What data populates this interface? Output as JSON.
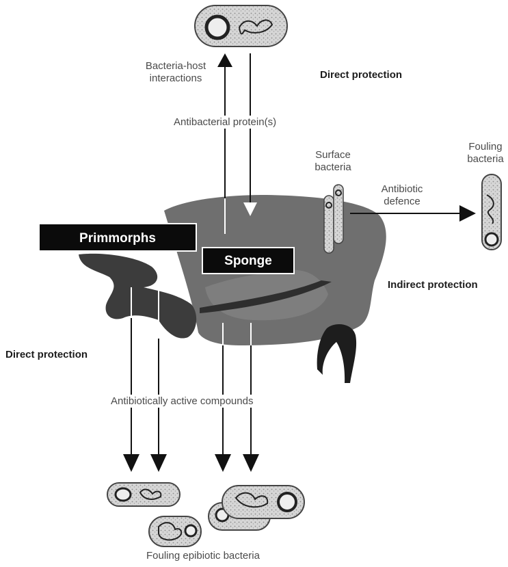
{
  "labels": {
    "bacteria_host": "Bacteria-host interactions",
    "direct_protection_top": "Direct protection",
    "antibacterial_proteins": "Antibacterial protein(s)",
    "surface_bacteria": "Surface bacteria",
    "fouling_bacteria": "Fouling bacteria",
    "antibiotic_defence": "Antibiotic defence",
    "primmorphs": "Primmorphs",
    "sponge": "Sponge",
    "indirect_protection": "Indirect protection",
    "direct_protection_left": "Direct protection",
    "antibiotically_active": "Antibiotically active compounds",
    "fouling_epibiotic": "Fouling epibiotic bacteria"
  }
}
